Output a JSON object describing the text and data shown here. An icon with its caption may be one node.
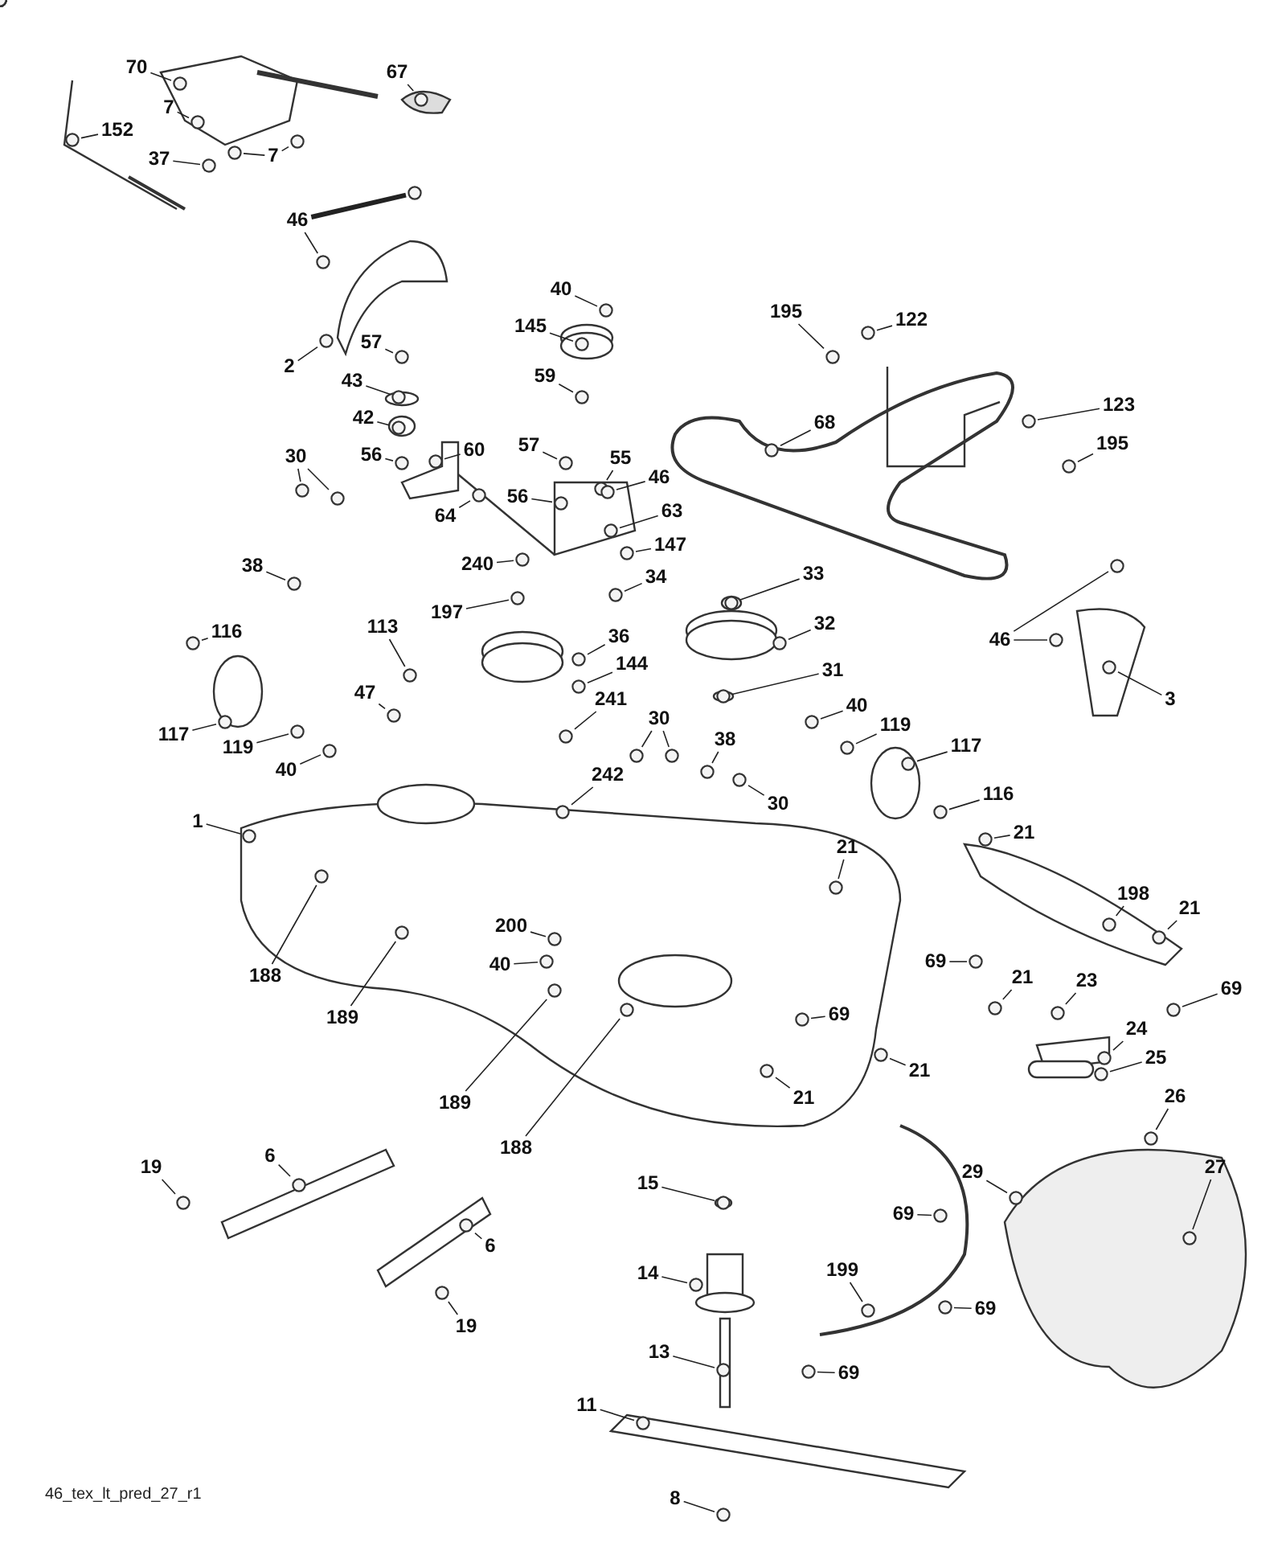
{
  "diagram": {
    "nodes": [
      {
        "text": [
          "70"
        ]
      },
      {
        "text": [
          "7"
        ]
      },
      {
        "text": [
          "67"
        ]
      },
      {
        "text": [
          "152"
        ]
      },
      {
        "text": [
          "37"
        ]
      },
      {
        "text": [
          "7"
        ]
      },
      {
        "text": [
          "46"
        ]
      },
      {
        "text": [
          "2"
        ]
      },
      {
        "text": [
          "57"
        ]
      },
      {
        "text": [
          "43"
        ]
      },
      {
        "text": [
          "42"
        ]
      },
      {
        "text": [
          "56"
        ]
      },
      {
        "text": [
          "60"
        ]
      },
      {
        "text": [
          "64"
        ]
      },
      {
        "text": [
          "30"
        ]
      },
      {
        "text": [
          "38"
        ]
      },
      {
        "text": [
          "40"
        ]
      },
      {
        "text": [
          "145"
        ]
      },
      {
        "text": [
          "59"
        ]
      },
      {
        "text": [
          "57"
        ]
      },
      {
        "text": [
          "55"
        ]
      },
      {
        "text": [
          "56"
        ]
      },
      {
        "text": [
          "46"
        ]
      },
      {
        "text": [
          "63"
        ]
      },
      {
        "text": [
          "147"
        ]
      },
      {
        "text": [
          "34"
        ]
      },
      {
        "text": [
          "240"
        ]
      },
      {
        "text": [
          "197"
        ]
      },
      {
        "text": [
          "36"
        ]
      },
      {
        "text": [
          "144"
        ]
      },
      {
        "text": [
          "241"
        ]
      },
      {
        "text": [
          "116"
        ]
      },
      {
        "text": [
          "117"
        ]
      },
      {
        "text": [
          "119"
        ]
      },
      {
        "text": [
          "40"
        ]
      },
      {
        "text": [
          "113"
        ]
      },
      {
        "text": [
          "47"
        ]
      },
      {
        "text": [
          "195"
        ]
      },
      {
        "text": [
          "122"
        ]
      },
      {
        "text": [
          "68"
        ]
      },
      {
        "text": [
          "123"
        ]
      },
      {
        "text": [
          "195"
        ]
      },
      {
        "text": [
          "33"
        ]
      },
      {
        "text": [
          "32"
        ]
      },
      {
        "text": [
          "31"
        ]
      },
      {
        "text": [
          "40"
        ]
      },
      {
        "text": [
          "119"
        ]
      },
      {
        "text": [
          "117"
        ]
      },
      {
        "text": [
          "46"
        ]
      },
      {
        "text": [
          "3"
        ]
      },
      {
        "text": [
          "30"
        ]
      },
      {
        "text": [
          "38"
        ]
      },
      {
        "text": [
          "30"
        ]
      },
      {
        "text": [
          "116"
        ]
      },
      {
        "text": [
          "21"
        ]
      },
      {
        "text": [
          "21"
        ]
      },
      {
        "text": [
          "198"
        ]
      },
      {
        "text": [
          "21"
        ]
      },
      {
        "text": [
          "69"
        ]
      },
      {
        "text": [
          "69"
        ]
      },
      {
        "text": [
          "21"
        ]
      },
      {
        "text": [
          "23"
        ]
      },
      {
        "text": [
          "24"
        ]
      },
      {
        "text": [
          "25"
        ]
      },
      {
        "text": [
          "26"
        ]
      },
      {
        "text": [
          "27"
        ]
      },
      {
        "text": [
          "29"
        ]
      },
      {
        "text": [
          "69"
        ]
      },
      {
        "text": [
          "21"
        ]
      },
      {
        "text": [
          "21"
        ]
      },
      {
        "text": [
          "199"
        ]
      },
      {
        "text": [
          "69"
        ]
      },
      {
        "text": [
          "69"
        ]
      },
      {
        "text": [
          "69"
        ]
      },
      {
        "text": [
          "15"
        ]
      },
      {
        "text": [
          "14"
        ]
      },
      {
        "text": [
          "13"
        ]
      },
      {
        "text": [
          "11"
        ]
      },
      {
        "text": [
          "8"
        ]
      },
      {
        "text": [
          "1"
        ]
      },
      {
        "text": [
          "188"
        ]
      },
      {
        "text": [
          "189"
        ]
      },
      {
        "text": [
          "200"
        ]
      },
      {
        "text": [
          "40"
        ]
      },
      {
        "text": [
          "189"
        ]
      },
      {
        "text": [
          "188"
        ]
      },
      {
        "text": [
          "242"
        ]
      },
      {
        "text": [
          "6"
        ]
      },
      {
        "text": [
          "19"
        ]
      },
      {
        "text": [
          "6"
        ]
      },
      {
        "text": [
          "19"
        ]
      },
      {
        "text": [],
        "shape": "circle"
      },
      {
        "text": [],
        "shape": "circle"
      },
      {
        "text": [],
        "shape": "circle"
      },
      {
        "text": [],
        "shape": "circle"
      },
      {
        "text": [],
        "shape": "circle"
      },
      {
        "text": [],
        "shape": "circle"
      },
      {
        "text": [],
        "shape": "circle"
      },
      {
        "text": [],
        "shape": "circle"
      },
      {
        "text": [],
        "shape": "circle"
      },
      {
        "text": [],
        "shape": "circle"
      },
      {
        "text": [],
        "shape": "circle"
      },
      {
        "text": [],
        "shape": "circle"
      },
      {
        "text": [],
        "shape": "circle"
      },
      {
        "text": [],
        "shape": "circle"
      },
      {
        "text": [],
        "shape": "circle"
      },
      {
        "text": [],
        "shape": "circle"
      },
      {
        "text": [],
        "shape": "circle"
      },
      {
        "text": [],
        "shape": "circle"
      },
      {
        "text": [],
        "shape": "circle"
      },
      {
        "text": [],
        "shape": "circle"
      },
      {
        "text": [],
        "shape": "circle"
      },
      {
        "text": [],
        "shape": "circle"
      },
      {
        "text": [],
        "shape": "circle"
      },
      {
        "text": [],
        "shape": "circle"
      },
      {
        "text": [],
        "shape": "circle"
      },
      {
        "text": [],
        "shape": "circle"
      },
      {
        "text": [],
        "shape": "circle"
      },
      {
        "text": [],
        "shape": "circle"
      },
      {
        "text": [],
        "shape": "circle"
      },
      {
        "text": [],
        "shape": "circle"
      },
      {
        "text": [],
        "shape": "circle"
      },
      {
        "text": [],
        "shape": "circle"
      },
      {
        "text": [],
        "shape": "circle"
      },
      {
        "text": [],
        "shape": "circle"
      },
      {
        "text": [],
        "shape": "circle"
      },
      {
        "text": [],
        "shape": "circle"
      },
      {
        "text": [],
        "shape": "circle"
      },
      {
        "text": [],
        "shape": "circle"
      },
      {
        "text": [],
        "shape": "circle"
      },
      {
        "text": [],
        "shape": "circle"
      },
      {
        "text": [],
        "shape": "circle"
      },
      {
        "text": [],
        "shape": "circle"
      },
      {
        "text": [],
        "shape": "circle"
      },
      {
        "text": [],
        "shape": "circle"
      },
      {
        "text": [],
        "shape": "circle"
      },
      {
        "text": [],
        "shape": "circle"
      },
      {
        "text": [],
        "shape": "circle"
      },
      {
        "text": [],
        "shape": "circle"
      },
      {
        "text": [],
        "shape": "circle"
      },
      {
        "text": [],
        "shape": "circle"
      },
      {
        "text": [],
        "shape": "circle"
      },
      {
        "text": [],
        "shape": "circle"
      },
      {
        "text": [],
        "shape": "circle"
      },
      {
        "text": [],
        "shape": "circle"
      },
      {
        "text": [],
        "shape": "circle"
      },
      {
        "text": [],
        "shape": "circle"
      },
      {
        "text": [],
        "shape": "circle"
      },
      {
        "text": [],
        "shape": "circle"
      },
      {
        "text": [],
        "shape": "circle"
      },
      {
        "text": [],
        "shape": "circle"
      },
      {
        "text": [],
        "shape": "circle"
      },
      {
        "text": [],
        "shape": "circle"
      },
      {
        "text": [],
        "shape": "circle"
      },
      {
        "text": [],
        "shape": "circle"
      },
      {
        "text": [],
        "shape": "circle"
      },
      {
        "text": [],
        "shape": "circle"
      },
      {
        "text": [],
        "shape": "circle"
      },
      {
        "text": [],
        "shape": "circle"
      },
      {
        "text": [],
        "shape": "circle"
      },
      {
        "text": [],
        "shape": "circle"
      },
      {
        "text": [],
        "shape": "circle"
      },
      {
        "text": [],
        "shape": "circle"
      },
      {
        "text": [],
        "shape": "circle"
      },
      {
        "text": [],
        "shape": "circle"
      },
      {
        "text": [],
        "shape": "circle"
      },
      {
        "text": [],
        "shape": "circle"
      },
      {
        "text": [],
        "shape": "circle"
      },
      {
        "text": [],
        "shape": "circle"
      },
      {
        "text": [],
        "shape": "circle"
      },
      {
        "text": [],
        "shape": "circle"
      },
      {
        "text": [],
        "shape": "circle"
      },
      {
        "text": [],
        "shape": "circle"
      },
      {
        "text": [],
        "shape": "circle"
      },
      {
        "text": [],
        "shape": "circle"
      },
      {
        "text": [],
        "shape": "circle"
      },
      {
        "text": [],
        "shape": "circle"
      },
      {
        "text": [],
        "shape": "circle"
      },
      {
        "text": [],
        "shape": "circle"
      },
      {
        "text": [],
        "shape": "circle"
      },
      {
        "text": [],
        "shape": "circle"
      },
      {
        "text": [],
        "shape": "circle"
      },
      {
        "text": [],
        "shape": "circle"
      },
      {
        "text": [],
        "shape": "circle"
      },
      {
        "text": [],
        "shape": "circle"
      },
      {
        "text": [],
        "shape": "circle"
      },
      {
        "text": [],
        "shape": "circle"
      },
      {
        "text": [],
        "shape": "circle"
      },
      {
        "text": [],
        "shape": "circle"
      },
      {
        "text": [],
        "shape": "circle"
      },
      {
        "text": [],
        "shape": "circle"
      },
      {
        "text": [],
        "shape": "circle"
      },
      {
        "text": [],
        "shape": "circle"
      },
      {
        "text": [],
        "shape": "circle"
      },
      {
        "text": [],
        "shape": "circle"
      },
      {
        "text": [],
        "shape": "circle"
      },
      {
        "text": [],
        "shape": "circle"
      }
    ],
    "edges": [
      {
        "from": 0,
        "to": 91,
        "arrow": "none"
      },
      {
        "from": 1,
        "to": 92,
        "arrow": "none"
      },
      {
        "from": 2,
        "to": 93,
        "arrow": "none"
      },
      {
        "from": 3,
        "to": 94,
        "arrow": "none"
      },
      {
        "from": 4,
        "to": 95,
        "arrow": "none"
      },
      {
        "from": 5,
        "to": 96,
        "arrow": "none"
      },
      {
        "from": 5,
        "to": 97,
        "arrow": "none"
      },
      {
        "from": 6,
        "to": 98,
        "arrow": "none",
        "style": "thick"
      },
      {
        "from": 6,
        "to": 99,
        "arrow": "none"
      },
      {
        "from": 7,
        "to": 100,
        "arrow": "none"
      },
      {
        "from": 8,
        "to": 101,
        "arrow": "none"
      },
      {
        "from": 9,
        "to": 102,
        "arrow": "none"
      },
      {
        "from": 10,
        "to": 103,
        "arrow": "none"
      },
      {
        "from": 11,
        "to": 104,
        "arrow": "none"
      },
      {
        "from": 12,
        "to": 105,
        "arrow": "none"
      },
      {
        "from": 13,
        "to": 106,
        "arrow": "none"
      },
      {
        "from": 14,
        "to": 107,
        "arrow": "none"
      },
      {
        "from": 14,
        "to": 108,
        "arrow": "none"
      },
      {
        "from": 15,
        "to": 109,
        "arrow": "none"
      },
      {
        "from": 16,
        "to": 110,
        "arrow": "none"
      },
      {
        "from": 17,
        "to": 111,
        "arrow": "none"
      },
      {
        "from": 18,
        "to": 112,
        "arrow": "none"
      },
      {
        "from": 19,
        "to": 113,
        "arrow": "none"
      },
      {
        "from": 20,
        "to": 114,
        "arrow": "none"
      },
      {
        "from": 21,
        "to": 115,
        "arrow": "none"
      },
      {
        "from": 22,
        "to": 116,
        "arrow": "none"
      },
      {
        "from": 23,
        "to": 117,
        "arrow": "none"
      },
      {
        "from": 24,
        "to": 118,
        "arrow": "none"
      },
      {
        "from": 25,
        "to": 119,
        "arrow": "none"
      },
      {
        "from": 26,
        "to": 120,
        "arrow": "none"
      },
      {
        "from": 27,
        "to": 121,
        "arrow": "none"
      },
      {
        "from": 28,
        "to": 122,
        "arrow": "none"
      },
      {
        "from": 29,
        "to": 123,
        "arrow": "none"
      },
      {
        "from": 30,
        "to": 124,
        "arrow": "none"
      },
      {
        "from": 31,
        "to": 125,
        "arrow": "none"
      },
      {
        "from": 32,
        "to": 126,
        "arrow": "none"
      },
      {
        "from": 33,
        "to": 127,
        "arrow": "none"
      },
      {
        "from": 34,
        "to": 128,
        "arrow": "none"
      },
      {
        "from": 35,
        "to": 129,
        "arrow": "none"
      },
      {
        "from": 36,
        "to": 130,
        "arrow": "none"
      },
      {
        "from": 37,
        "to": 131,
        "arrow": "none"
      },
      {
        "from": 38,
        "to": 132,
        "arrow": "none"
      },
      {
        "from": 39,
        "to": 133,
        "arrow": "none"
      },
      {
        "from": 40,
        "to": 134,
        "arrow": "none"
      },
      {
        "from": 41,
        "to": 135,
        "arrow": "none"
      },
      {
        "from": 42,
        "to": 136,
        "arrow": "none"
      },
      {
        "from": 43,
        "to": 137,
        "arrow": "none"
      },
      {
        "from": 44,
        "to": 138,
        "arrow": "none"
      },
      {
        "from": 45,
        "to": 139,
        "arrow": "none"
      },
      {
        "from": 46,
        "to": 140,
        "arrow": "none"
      },
      {
        "from": 47,
        "to": 141,
        "arrow": "none"
      },
      {
        "from": 48,
        "to": 142,
        "arrow": "none"
      },
      {
        "from": 48,
        "to": 143,
        "arrow": "none"
      },
      {
        "from": 49,
        "to": 144,
        "arrow": "none"
      },
      {
        "from": 50,
        "to": 145,
        "arrow": "none"
      },
      {
        "from": 50,
        "to": 146,
        "arrow": "none"
      },
      {
        "from": 51,
        "to": 147,
        "arrow": "none"
      },
      {
        "from": 52,
        "to": 148,
        "arrow": "none"
      },
      {
        "from": 53,
        "to": 149,
        "arrow": "none"
      },
      {
        "from": 54,
        "to": 150,
        "arrow": "none"
      },
      {
        "from": 55,
        "to": 151,
        "arrow": "none"
      },
      {
        "from": 56,
        "to": 152,
        "arrow": "none"
      },
      {
        "from": 57,
        "to": 153,
        "arrow": "none"
      },
      {
        "from": 58,
        "to": 154,
        "arrow": "none"
      },
      {
        "from": 59,
        "to": 155,
        "arrow": "none"
      },
      {
        "from": 60,
        "to": 156,
        "arrow": "none"
      },
      {
        "from": 61,
        "to": 157,
        "arrow": "none"
      },
      {
        "from": 62,
        "to": 158,
        "arrow": "none"
      },
      {
        "from": 63,
        "to": 159,
        "arrow": "none"
      },
      {
        "from": 64,
        "to": 160,
        "arrow": "none"
      },
      {
        "from": 65,
        "to": 161,
        "arrow": "none"
      },
      {
        "from": 66,
        "to": 162,
        "arrow": "none"
      },
      {
        "from": 67,
        "to": 163,
        "arrow": "none"
      },
      {
        "from": 68,
        "to": 164,
        "arrow": "none"
      },
      {
        "from": 69,
        "to": 165,
        "arrow": "none"
      },
      {
        "from": 70,
        "to": 166,
        "arrow": "none"
      },
      {
        "from": 71,
        "to": 167,
        "arrow": "none"
      },
      {
        "from": 72,
        "to": 168,
        "arrow": "none"
      },
      {
        "from": 73,
        "to": 169,
        "arrow": "none"
      },
      {
        "from": 74,
        "to": 170,
        "arrow": "none"
      },
      {
        "from": 75,
        "to": 171,
        "arrow": "none"
      },
      {
        "from": 76,
        "to": 172,
        "arrow": "none"
      },
      {
        "from": 77,
        "to": 173,
        "arrow": "none"
      },
      {
        "from": 78,
        "to": 174,
        "arrow": "none"
      },
      {
        "from": 79,
        "to": 175,
        "arrow": "none"
      },
      {
        "from": 80,
        "to": 176,
        "arrow": "none"
      },
      {
        "from": 81,
        "to": 177,
        "arrow": "none"
      },
      {
        "from": 82,
        "to": 178,
        "arrow": "none"
      },
      {
        "from": 83,
        "to": 179,
        "arrow": "none"
      },
      {
        "from": 84,
        "to": 180,
        "arrow": "none"
      },
      {
        "from": 85,
        "to": 181,
        "arrow": "none"
      },
      {
        "from": 86,
        "to": 182,
        "arrow": "none"
      },
      {
        "from": 87,
        "to": 183,
        "arrow": "none"
      },
      {
        "from": 88,
        "to": 184,
        "arrow": "none"
      },
      {
        "from": 89,
        "to": 185,
        "arrow": "none"
      },
      {
        "from": 90,
        "to": 186,
        "arrow": "none"
      }
    ],
    "labels": [
      "46_tex_lt_pred_27_r1"
    ]
  }
}
